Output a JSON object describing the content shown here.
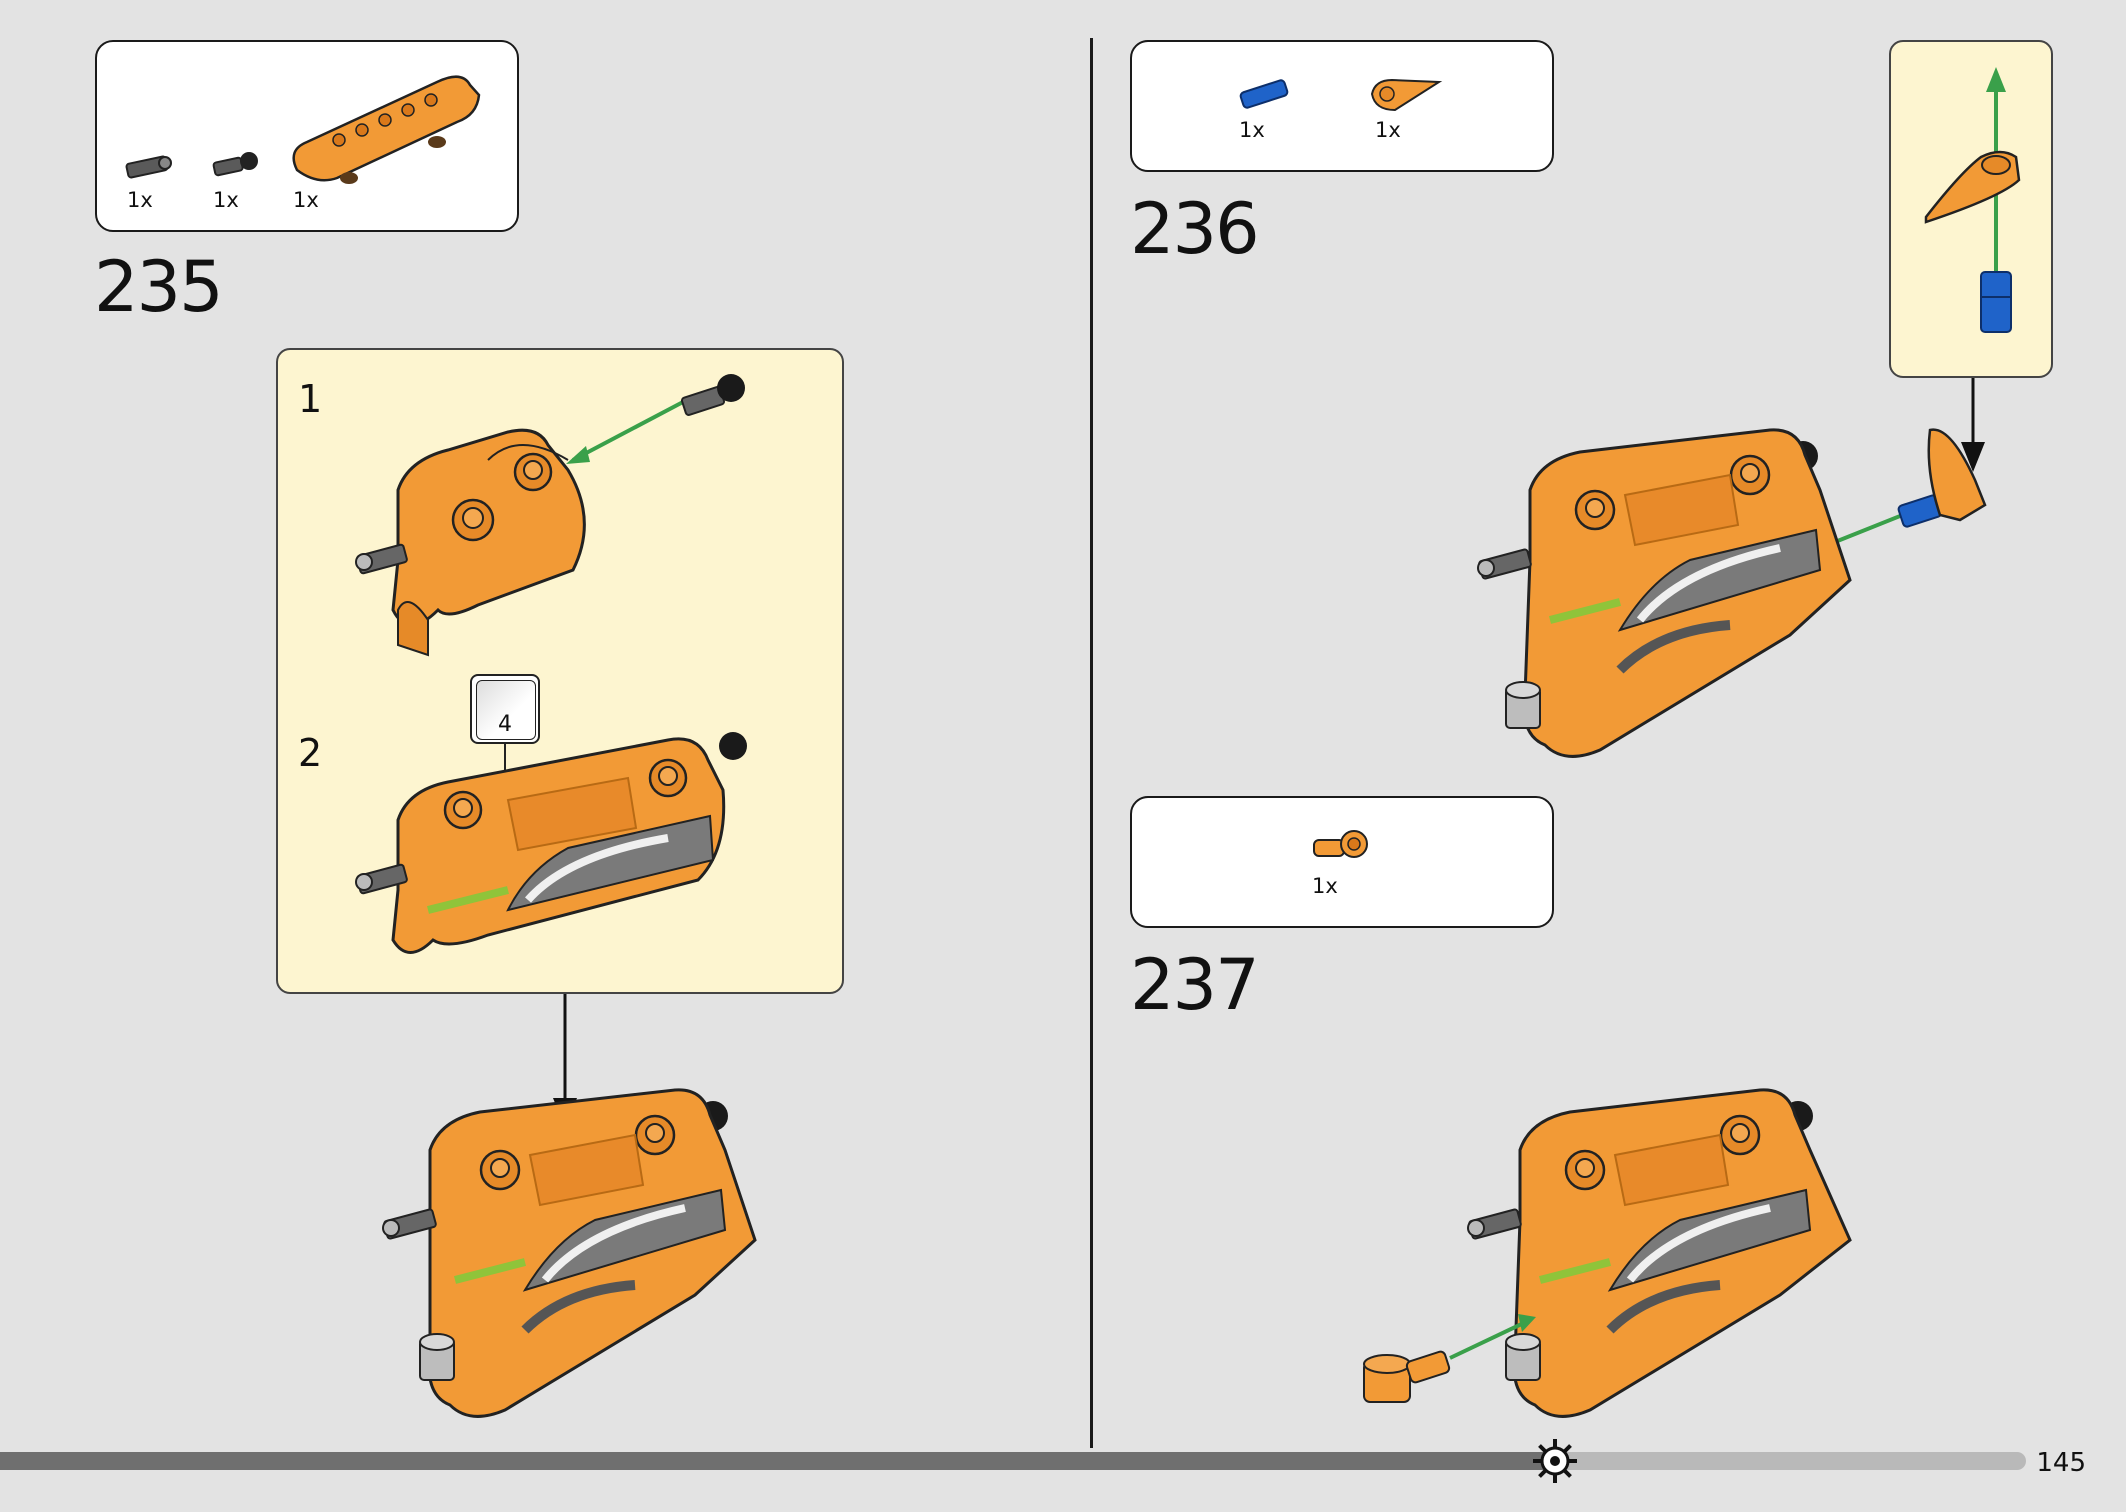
{
  "steps": [
    {
      "number": "235",
      "parts": [
        {
          "qty": "1x"
        },
        {
          "qty": "1x"
        },
        {
          "qty": "1x"
        }
      ],
      "substeps": [
        {
          "number": "1"
        },
        {
          "number": "2"
        }
      ],
      "sticker_number": "4"
    },
    {
      "number": "236",
      "parts": [
        {
          "qty": "1x"
        },
        {
          "qty": "1x"
        }
      ]
    },
    {
      "number": "237",
      "parts": [
        {
          "qty": "1x"
        }
      ]
    }
  ],
  "page_number": "145",
  "colors": {
    "orange": "#f29a36",
    "orange_dark": "#d9781a",
    "green_arrow": "#3aa04a",
    "blue_part": "#1f63c9",
    "callout_bg": "#fdf5d0",
    "progress_dark": "#6f6f6f",
    "progress_light": "#b9b9b9"
  },
  "icons": [
    "gear-icon"
  ]
}
